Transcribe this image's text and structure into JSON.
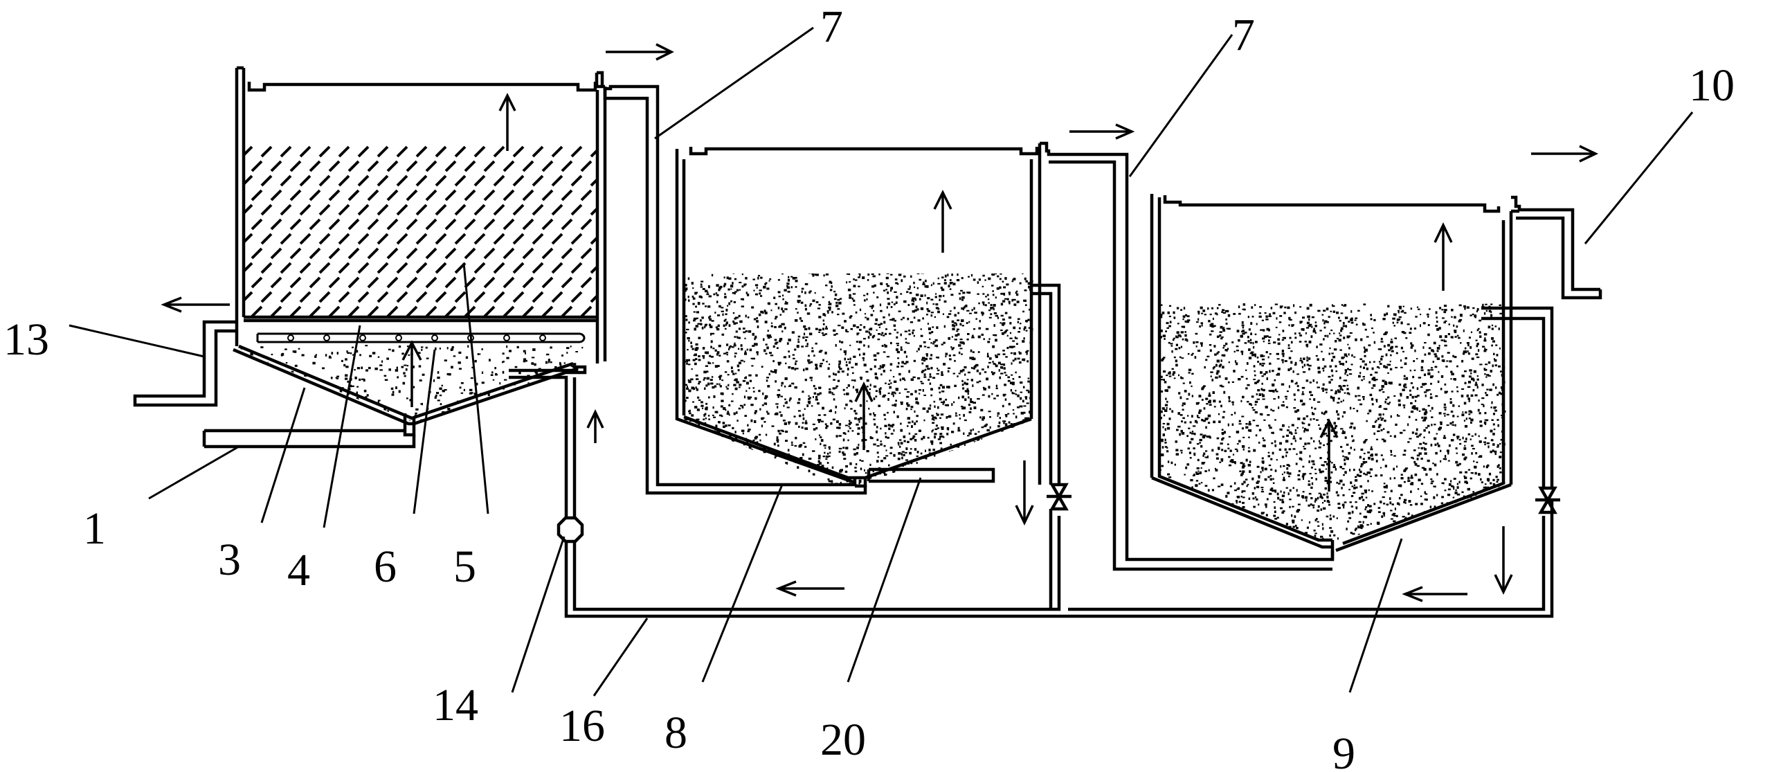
{
  "labels": {
    "l1": "1",
    "l3": "3",
    "l4": "4",
    "l5": "5",
    "l6": "6",
    "l7a": "7",
    "l7b": "7",
    "l8": "8",
    "l9": "9",
    "l10": "10",
    "l13": "13",
    "l14": "14",
    "l16": "16",
    "l20": "20"
  }
}
